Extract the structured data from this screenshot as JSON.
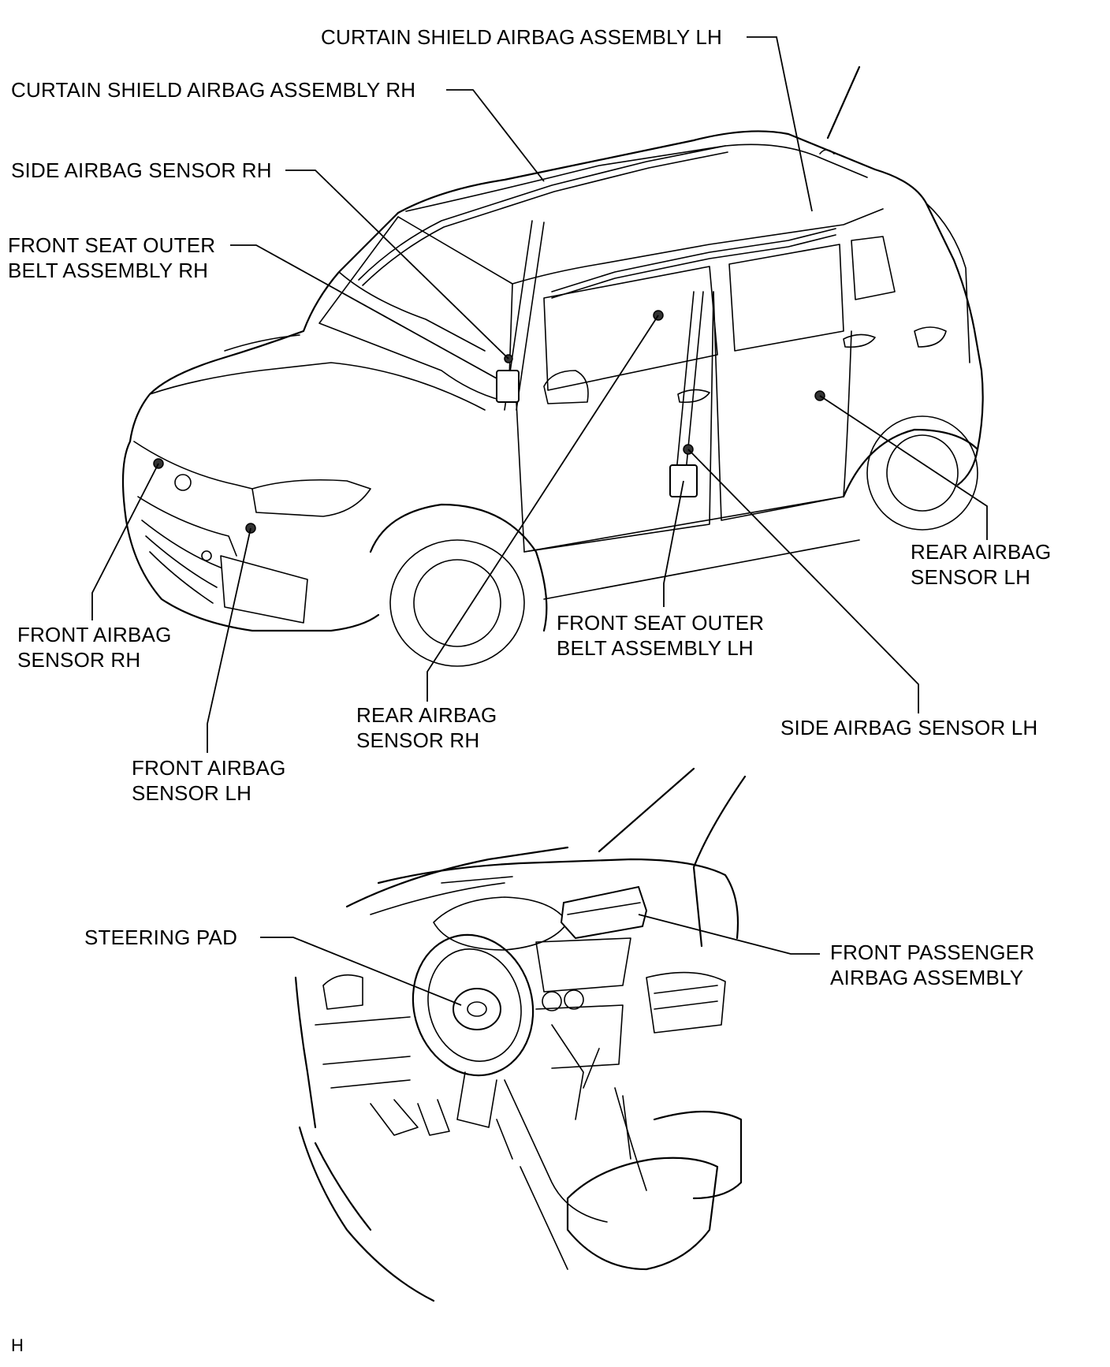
{
  "labels": {
    "curtain_lh": "CURTAIN SHIELD AIRBAG ASSEMBLY LH",
    "curtain_rh": "CURTAIN SHIELD AIRBAG ASSEMBLY RH",
    "side_sensor_rh": "SIDE AIRBAG SENSOR RH",
    "belt_rh": [
      "FRONT SEAT OUTER",
      "BELT ASSEMBLY RH"
    ],
    "front_sensor_rh": [
      "FRONT AIRBAG",
      "SENSOR RH"
    ],
    "front_sensor_lh": [
      "FRONT AIRBAG",
      "SENSOR LH"
    ],
    "rear_sensor_rh": [
      "REAR AIRBAG",
      "SENSOR RH"
    ],
    "belt_lh": [
      "FRONT SEAT OUTER",
      "BELT ASSEMBLY LH"
    ],
    "side_sensor_lh": "SIDE AIRBAG SENSOR LH",
    "rear_sensor_lh": [
      "REAR AIRBAG",
      "SENSOR LH"
    ],
    "steering_pad": "STEERING PAD",
    "passenger_airbag": [
      "FRONT PASSENGER",
      "AIRBAG ASSEMBLY"
    ]
  },
  "figure_code": "H"
}
